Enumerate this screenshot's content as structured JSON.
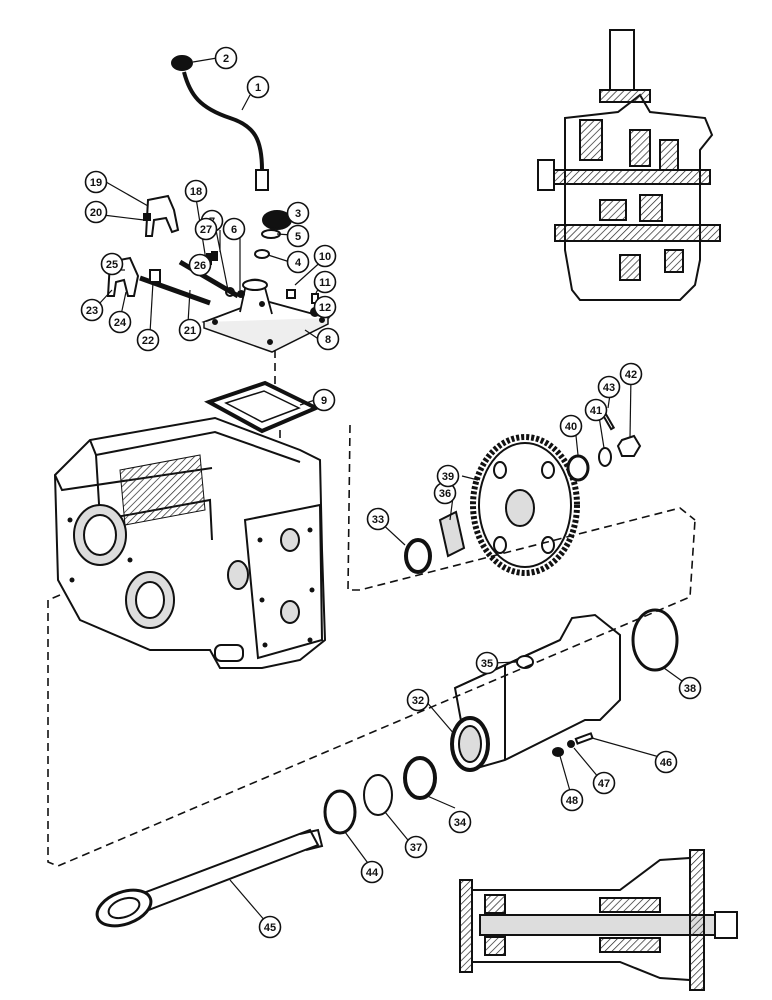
{
  "diagram": {
    "type": "exploded-parts-diagram",
    "callouts": [
      {
        "id": "1",
        "label": "1"
      },
      {
        "id": "2",
        "label": "2"
      },
      {
        "id": "3",
        "label": "3"
      },
      {
        "id": "4",
        "label": "4"
      },
      {
        "id": "5",
        "label": "5"
      },
      {
        "id": "6",
        "label": "6"
      },
      {
        "id": "7",
        "label": "7"
      },
      {
        "id": "8",
        "label": "8"
      },
      {
        "id": "9",
        "label": "9"
      },
      {
        "id": "10",
        "label": "10"
      },
      {
        "id": "11",
        "label": "11"
      },
      {
        "id": "12",
        "label": "12"
      },
      {
        "id": "18",
        "label": "18"
      },
      {
        "id": "19",
        "label": "19"
      },
      {
        "id": "20",
        "label": "20"
      },
      {
        "id": "21",
        "label": "21"
      },
      {
        "id": "22",
        "label": "22"
      },
      {
        "id": "23",
        "label": "23"
      },
      {
        "id": "24",
        "label": "24"
      },
      {
        "id": "25",
        "label": "25"
      },
      {
        "id": "26",
        "label": "26"
      },
      {
        "id": "27",
        "label": "27"
      },
      {
        "id": "32",
        "label": "32"
      },
      {
        "id": "33",
        "label": "33"
      },
      {
        "id": "34",
        "label": "34"
      },
      {
        "id": "35",
        "label": "35"
      },
      {
        "id": "36",
        "label": "36"
      },
      {
        "id": "37",
        "label": "37"
      },
      {
        "id": "38",
        "label": "38"
      },
      {
        "id": "39",
        "label": "39"
      },
      {
        "id": "40",
        "label": "40"
      },
      {
        "id": "41",
        "label": "41"
      },
      {
        "id": "42",
        "label": "42"
      },
      {
        "id": "43",
        "label": "43"
      },
      {
        "id": "44",
        "label": "44"
      },
      {
        "id": "45",
        "label": "45"
      },
      {
        "id": "46",
        "label": "46"
      },
      {
        "id": "47",
        "label": "47"
      },
      {
        "id": "48",
        "label": "48"
      }
    ]
  }
}
